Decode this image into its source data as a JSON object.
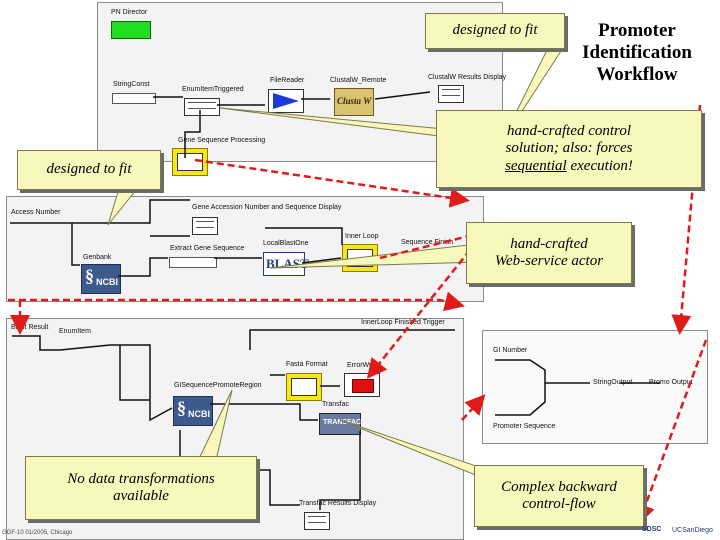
{
  "title": {
    "line1": "Promoter",
    "line2": "Identification",
    "line3": "Workflow"
  },
  "callouts": {
    "designed_fit_top": "designed to fit",
    "designed_fit_left": "designed to fit",
    "control_solution_line1": "hand-crafted control",
    "control_solution_line2": "solution; also: forces",
    "control_solution_word": "sequential",
    "control_solution_tail": "execution!",
    "webservice_line1": "hand-crafted",
    "webservice_line2": "Web-service actor",
    "no_transform_line1": "No data transformations",
    "no_transform_line2": "available",
    "backward_line1": "Complex backward",
    "backward_line2": "control-flow"
  },
  "panel_top": {
    "director": "PN Director",
    "string_const": "StringConst",
    "enum_triggered": "EnumItemTriggered",
    "file_reader": "FileReader",
    "clustalw": "ClustalW_Remote",
    "clustalw_display": "ClustalW Results Display",
    "gene_seq_processing": "Gene Sequence Processing",
    "clustal_logo": "Clusta W"
  },
  "panel_mid": {
    "access_number": "Access Number",
    "gene_acc_display": "Gene Accession Number and Sequence Display",
    "inner_loop": "Inner Loop",
    "sequence_finish": "Sequence Finish",
    "genbank": "Genbank",
    "extract_gene": "Extract Gene Sequence",
    "local_blast": "LocalBlastOne",
    "blast_logo": "BLAST",
    "ncbi": "NCBI"
  },
  "panel_bottom": {
    "blast_result": "Blast Result",
    "enum_item": "EnumItem",
    "inner_loop_trigger": "InnerLoop Finished Trigger",
    "fasta_format": "Fasta Format",
    "error_writer": "ErrorWriter",
    "gi_seq_promote": "GISequencePromoteRegion",
    "transfac": "Transfac",
    "transfac_logo": "TRANSFAC",
    "transfac_display": "Transfac Results Display",
    "ncbi": "NCBI"
  },
  "panel_right": {
    "gi_number": "GI Number",
    "string_output": "StringOutput",
    "promo_output": "Promo Output",
    "promoter_sequence": "Promoter Sequence"
  },
  "footer": {
    "left": "GGF-10 01/2005, Chicago",
    "sdsc": "SDSC",
    "ucsd": "UCSanDiego"
  },
  "colors": {
    "callout_bg": "#f8f8bc",
    "arrow_red": "#e11a1a",
    "director_green": "#22dd22",
    "highlight_yellow": "#f4e81a"
  }
}
